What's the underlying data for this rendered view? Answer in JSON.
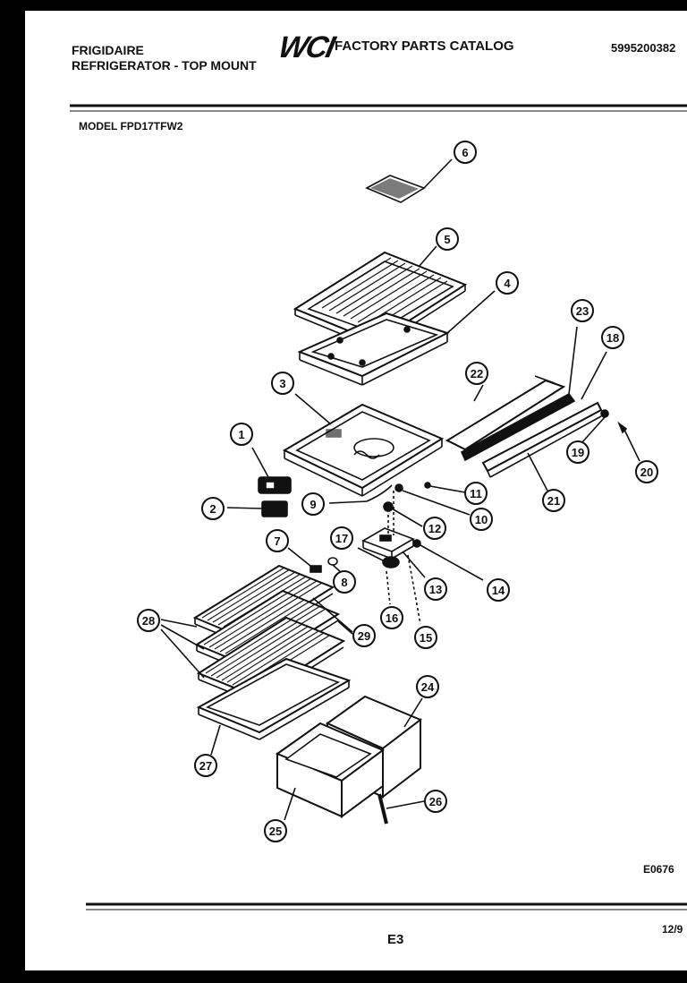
{
  "header": {
    "brand": "FRIGIDAIRE",
    "product_line": "REFRIGERATOR - TOP MOUNT",
    "logo_text": "WCI",
    "catalog_title": "FACTORY PARTS CATALOG",
    "catalog_number": "5995200382",
    "model_label": "MODEL FPD17TFW2"
  },
  "diagram": {
    "callouts": [
      "1",
      "2",
      "3",
      "4",
      "5",
      "6",
      "7",
      "8",
      "9",
      "10",
      "11",
      "12",
      "13",
      "14",
      "15",
      "16",
      "17",
      "18",
      "19",
      "20",
      "21",
      "22",
      "23",
      "24",
      "25",
      "26",
      "27",
      "28",
      "29"
    ],
    "drawing_code": "E0676"
  },
  "footer": {
    "page_code": "E3",
    "date_fragment": "12/9"
  },
  "colors": {
    "ink": "#111111",
    "paper": "#ffffff",
    "border": "#000000"
  }
}
